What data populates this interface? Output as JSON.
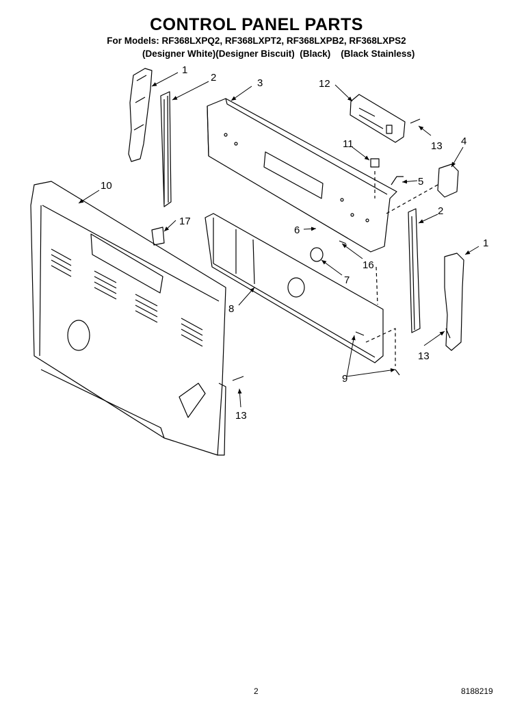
{
  "header": {
    "title": "CONTROL PANEL PARTS",
    "models": "For Models: RF368LXPQ2, RF368LXPT2, RF368LXPB2, RF368LXPS2",
    "variants": "(Designer White)(Designer Biscuit)  (Black)    (Black Stainless)"
  },
  "footer": {
    "page_number": "2",
    "doc_number": "8188219"
  },
  "callouts": {
    "c1a": "1",
    "c2a": "2",
    "c3": "3",
    "c12": "12",
    "c13a": "13",
    "c11": "11",
    "c4": "4",
    "c5": "5",
    "c10": "10",
    "c17": "17",
    "c2b": "2",
    "c6": "6",
    "c1b": "1",
    "c16": "16",
    "c7": "7",
    "c8": "8",
    "c13b": "13",
    "c9": "9",
    "c13c": "13"
  }
}
